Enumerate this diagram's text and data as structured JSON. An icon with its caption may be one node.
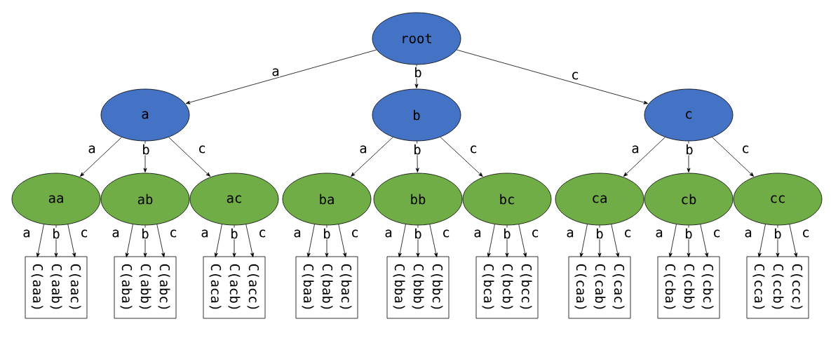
{
  "diagram": {
    "nodes": [
      {
        "text": [
          "root"
        ]
      },
      {
        "text": [
          "a"
        ]
      },
      {
        "text": [
          "b"
        ]
      },
      {
        "text": [
          "c"
        ]
      },
      {
        "text": [
          "aa"
        ]
      },
      {
        "text": [
          "ab"
        ]
      },
      {
        "text": [
          "ac"
        ]
      },
      {
        "text": [
          "ba"
        ]
      },
      {
        "text": [
          "bb"
        ]
      },
      {
        "text": [
          "bc"
        ]
      },
      {
        "text": [
          "ca"
        ]
      },
      {
        "text": [
          "cb"
        ]
      },
      {
        "text": [
          "cc"
        ]
      },
      {
        "text": [],
        "shape": "box"
      },
      {
        "text": [
          "C(aaa)"
        ],
        "in": 13
      },
      {
        "text": [
          "C(aab)"
        ],
        "in": 13
      },
      {
        "text": [
          "C(aac)"
        ],
        "in": 13
      },
      {
        "text": [],
        "shape": "box"
      },
      {
        "text": [
          "C(aba)"
        ],
        "in": 17
      },
      {
        "text": [
          "C(abb)"
        ],
        "in": 17
      },
      {
        "text": [
          "C(abc)"
        ],
        "in": 17
      },
      {
        "text": [],
        "shape": "box"
      },
      {
        "text": [
          "C(aca)"
        ],
        "in": 21
      },
      {
        "text": [
          "C(acb)"
        ],
        "in": 21
      },
      {
        "text": [
          "C(acc)"
        ],
        "in": 21
      },
      {
        "text": [],
        "shape": "box"
      },
      {
        "text": [
          "C(baa)"
        ],
        "in": 25
      },
      {
        "text": [
          "C(bab)"
        ],
        "in": 25
      },
      {
        "text": [
          "C(bac)"
        ],
        "in": 25
      },
      {
        "text": [],
        "shape": "box"
      },
      {
        "text": [
          "C(bba)"
        ],
        "in": 29
      },
      {
        "text": [
          "C(bbb)"
        ],
        "in": 29
      },
      {
        "text": [
          "C(bbc)"
        ],
        "in": 29
      },
      {
        "text": [],
        "shape": "box"
      },
      {
        "text": [
          "C(bca)"
        ],
        "in": 33
      },
      {
        "text": [
          "C(bcb)"
        ],
        "in": 33
      },
      {
        "text": [
          "C(bcc)"
        ],
        "in": 33
      },
      {
        "text": [],
        "shape": "box"
      },
      {
        "text": [
          "C(caa)"
        ],
        "in": 37
      },
      {
        "text": [
          "C(cab)"
        ],
        "in": 37
      },
      {
        "text": [
          "C(cac)"
        ],
        "in": 37
      },
      {
        "text": [],
        "shape": "box"
      },
      {
        "text": [
          "C(cba)"
        ],
        "in": 41
      },
      {
        "text": [
          "C(cbb)"
        ],
        "in": 41
      },
      {
        "text": [
          "C(cbc)"
        ],
        "in": 41
      },
      {
        "text": [],
        "shape": "box"
      },
      {
        "text": [
          "C(cca)"
        ],
        "in": 45
      },
      {
        "text": [
          "C(ccb)"
        ],
        "in": 45
      },
      {
        "text": [
          "C(ccc)"
        ],
        "in": 45
      }
    ],
    "edges": [
      {
        "from": 0,
        "to": 1,
        "arrow": "to",
        "label": "a"
      },
      {
        "from": 0,
        "to": 2,
        "arrow": "to",
        "label": "b"
      },
      {
        "from": 0,
        "to": 3,
        "arrow": "to",
        "label": "c"
      },
      {
        "from": 1,
        "to": 4,
        "arrow": "to",
        "label": "a"
      },
      {
        "from": 1,
        "to": 5,
        "arrow": "to",
        "label": "b"
      },
      {
        "from": 1,
        "to": 6,
        "arrow": "to",
        "label": "c"
      },
      {
        "from": 2,
        "to": 7,
        "arrow": "to",
        "label": "a"
      },
      {
        "from": 2,
        "to": 8,
        "arrow": "to",
        "label": "b"
      },
      {
        "from": 2,
        "to": 9,
        "arrow": "to",
        "label": "c"
      },
      {
        "from": 3,
        "to": 10,
        "arrow": "to",
        "label": "a"
      },
      {
        "from": 3,
        "to": 11,
        "arrow": "to",
        "label": "b"
      },
      {
        "from": 3,
        "to": 12,
        "arrow": "to",
        "label": "c"
      },
      {
        "from": 4,
        "to": 14,
        "arrow": "to",
        "label": "a"
      },
      {
        "from": 4,
        "to": 15,
        "arrow": "to",
        "label": "b"
      },
      {
        "from": 4,
        "to": 16,
        "arrow": "to",
        "label": "c"
      },
      {
        "from": 5,
        "to": 18,
        "arrow": "to",
        "label": "a"
      },
      {
        "from": 5,
        "to": 19,
        "arrow": "to",
        "label": "b"
      },
      {
        "from": 5,
        "to": 20,
        "arrow": "to",
        "label": "c"
      },
      {
        "from": 6,
        "to": 22,
        "arrow": "to",
        "label": "a"
      },
      {
        "from": 6,
        "to": 23,
        "arrow": "to",
        "label": "b"
      },
      {
        "from": 6,
        "to": 24,
        "arrow": "to",
        "label": "c"
      },
      {
        "from": 7,
        "to": 26,
        "arrow": "to",
        "label": "a"
      },
      {
        "from": 7,
        "to": 27,
        "arrow": "to",
        "label": "b"
      },
      {
        "from": 7,
        "to": 28,
        "arrow": "to",
        "label": "c"
      },
      {
        "from": 8,
        "to": 30,
        "arrow": "to",
        "label": "a"
      },
      {
        "from": 8,
        "to": 31,
        "arrow": "to",
        "label": "b"
      },
      {
        "from": 8,
        "to": 32,
        "arrow": "to",
        "label": "c"
      },
      {
        "from": 9,
        "to": 34,
        "arrow": "to",
        "label": "a"
      },
      {
        "from": 9,
        "to": 35,
        "arrow": "to",
        "label": "b"
      },
      {
        "from": 9,
        "to": 36,
        "arrow": "to",
        "label": "c"
      },
      {
        "from": 10,
        "to": 38,
        "arrow": "to",
        "label": "a"
      },
      {
        "from": 10,
        "to": 39,
        "arrow": "to",
        "label": "b"
      },
      {
        "from": 10,
        "to": 40,
        "arrow": "to",
        "label": "c"
      },
      {
        "from": 11,
        "to": 42,
        "arrow": "to",
        "label": "a"
      },
      {
        "from": 11,
        "to": 43,
        "arrow": "to",
        "label": "b"
      },
      {
        "from": 11,
        "to": 44,
        "arrow": "to",
        "label": "c"
      },
      {
        "from": 12,
        "to": 46,
        "arrow": "to",
        "label": "a"
      },
      {
        "from": 12,
        "to": 47,
        "arrow": "to",
        "label": "b"
      },
      {
        "from": 12,
        "to": 48,
        "arrow": "to",
        "label": "c"
      }
    ]
  }
}
